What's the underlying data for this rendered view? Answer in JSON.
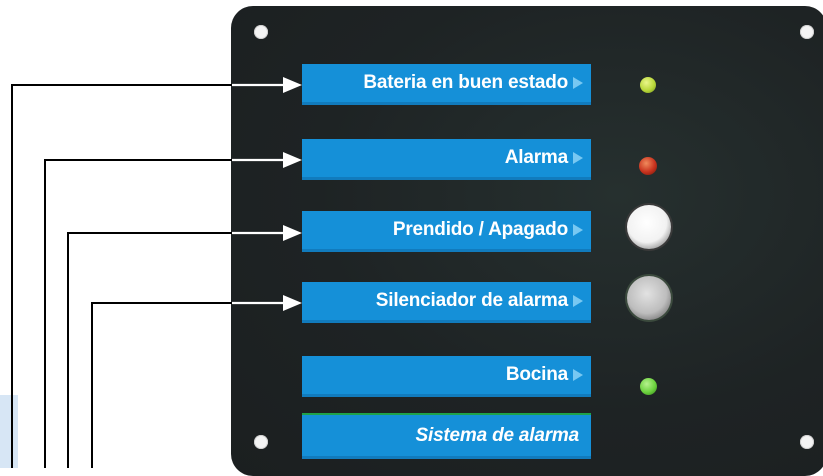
{
  "labels": {
    "battery": "Bateria en buen estado",
    "alarm": "Alarma",
    "power": "Prendido / Apagado",
    "silencer": "Silenciador de alarma",
    "horn": "Bocina",
    "system": "Sistema de alarma"
  },
  "colors": {
    "panel": "#1e2324",
    "label": "#1590d8",
    "battery_led": "#b9d83a",
    "alarm_led": "#c8321e",
    "horn_led": "#6cd23e",
    "power_button": "#ffffff",
    "silencer_button": "#c8c8c8"
  },
  "icons": [
    "arrow-right-icon",
    "triangle-pointer-icon",
    "mounting-hole-icon"
  ]
}
